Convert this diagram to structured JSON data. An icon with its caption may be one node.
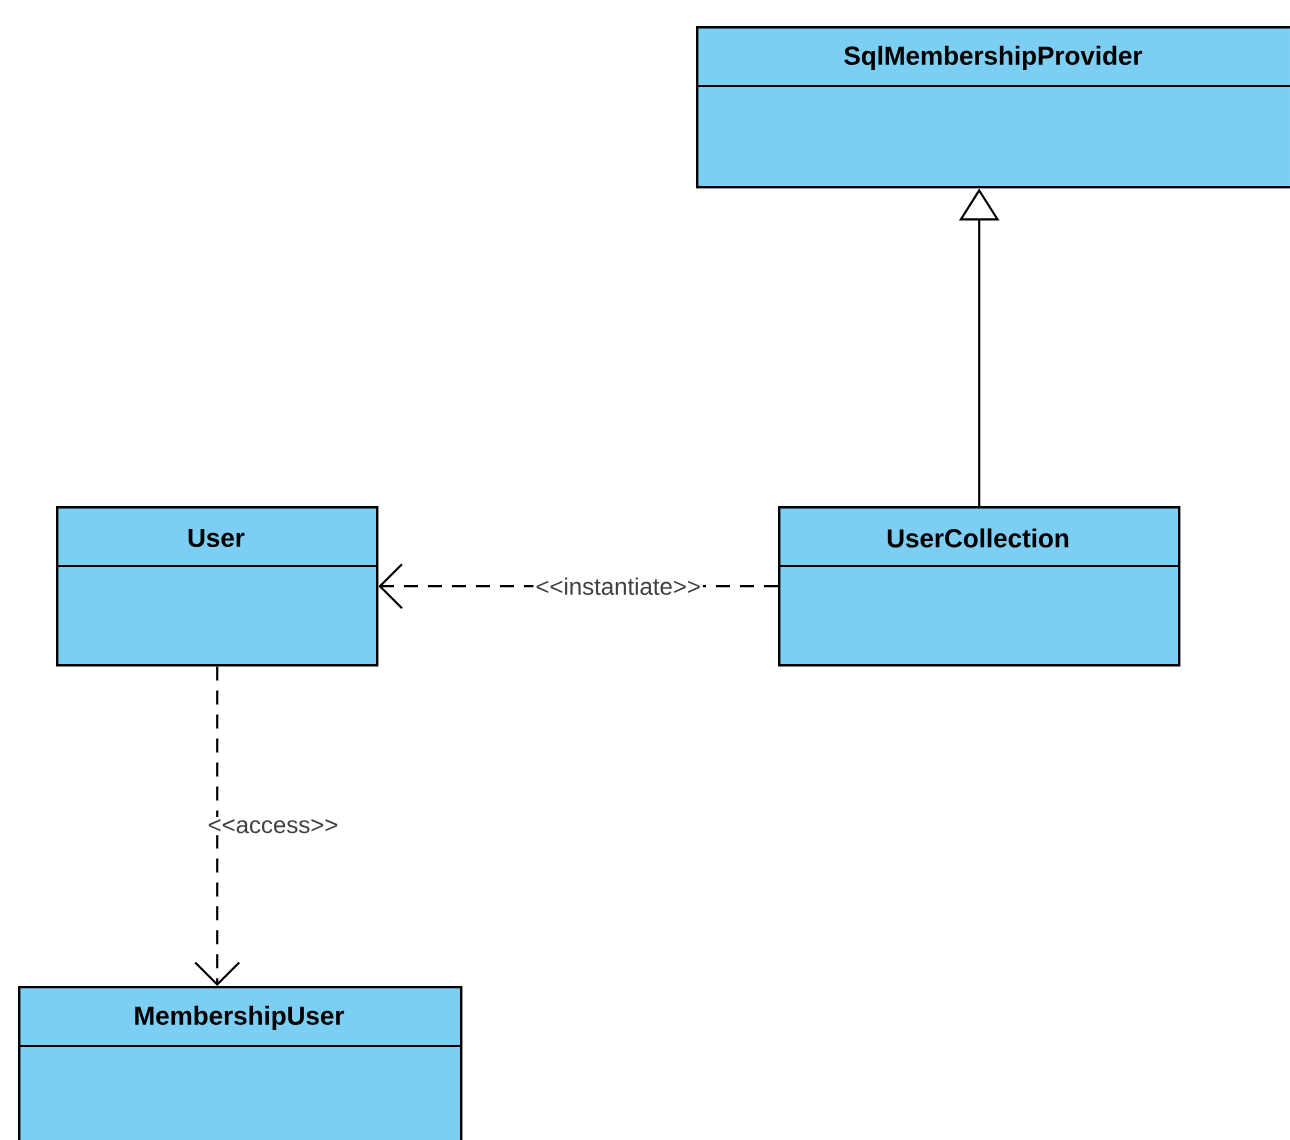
{
  "diagram": {
    "nodes": [
      {
        "text": [
          "SqlMembershipProvider"
        ]
      },
      {
        "text": [
          "User"
        ]
      },
      {
        "text": [
          "UserCollection"
        ]
      },
      {
        "text": [
          "MembershipUser"
        ]
      }
    ],
    "edges": [
      {
        "from": 2,
        "to": 0,
        "arrow": "to"
      },
      {
        "from": 2,
        "to": 1,
        "arrow": "to",
        "style": "dashed",
        "label": "<<instantiate>>"
      },
      {
        "from": 1,
        "to": 3,
        "arrow": "to",
        "style": "dashed",
        "label": "<<access>>"
      }
    ]
  }
}
